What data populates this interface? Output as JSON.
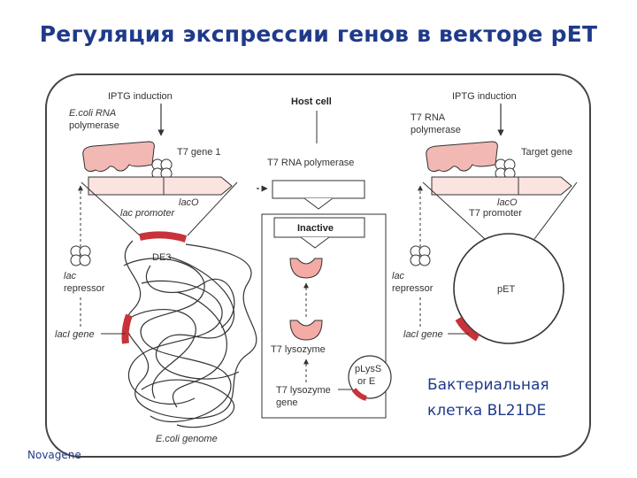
{
  "title": "Регуляция экспрессии генов в векторе pET",
  "labels": {
    "iptg_left": "IPTG induction",
    "iptg_right": "IPTG induction",
    "ecoli_rna_pol_1": "E.coli RNA",
    "ecoli_rna_pol_2": "polymerase",
    "t7_gene1": "T7 gene 1",
    "lacO_left": "lacO",
    "lac_promoter": "lac promoter",
    "de3": "DE3",
    "lac_repressor_left_1": "lac",
    "lac_repressor_left_2": "repressor",
    "lacI_gene_left": "lacI gene",
    "ecoli_genome": "E.coli genome",
    "host_cell": "Host cell",
    "t7_rna_pol_center": "T7 RNA polymerase",
    "inactive": "Inactive",
    "t7_lysozyme": "T7 lysozyme",
    "t7_lysozyme_gene_1": "T7 lysozyme",
    "t7_lysozyme_gene_2": "gene",
    "plyss_1": "pLysS",
    "plyss_2": "or E",
    "t7_rna_pol_right_1": "T7 RNA",
    "t7_rna_pol_right_2": "polymerase",
    "target_gene": "Target gene",
    "lacO_right": "lacO",
    "t7_promoter": "T7 promoter",
    "lac_repressor_right_1": "lac",
    "lac_repressor_right_2": "repressor",
    "pet": "pET",
    "lacI_gene_right": "lacI gene"
  },
  "caption": {
    "line1": "Бактериальная",
    "line2": "клетка BL21DE"
  },
  "credit": "Novagene",
  "colors": {
    "title": "#1f3a8a",
    "gene_red": "#c8323a",
    "polymerase_pink": "#f2b8b4",
    "arrow_band": "#fbe3df",
    "lysozyme_pink": "#f4aaa5"
  }
}
